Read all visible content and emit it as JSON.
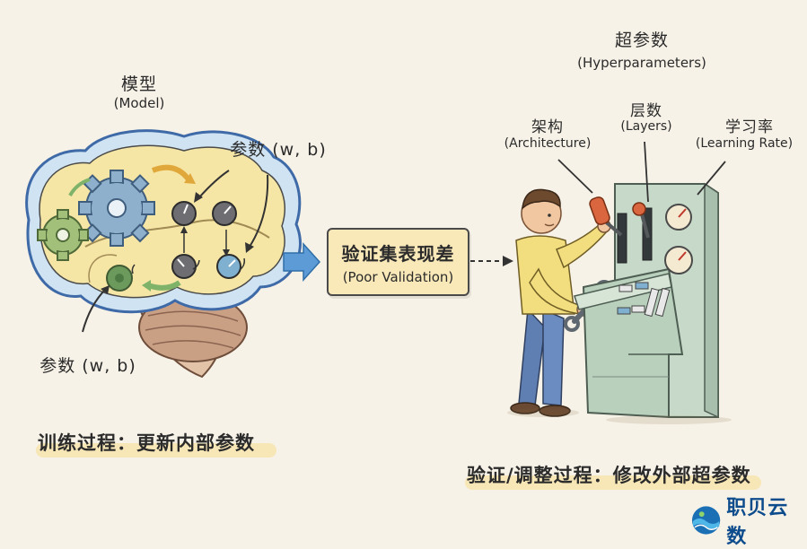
{
  "model": {
    "title": "模型",
    "subtitle": "(Model)"
  },
  "params_top": "参数 (w, b)",
  "params_bottom": "参数 (w, b)",
  "validation": {
    "title": "验证集表现差",
    "subtitle": "(Poor Validation)"
  },
  "hyper": {
    "title": "超参数",
    "subtitle": "(Hyperparameters)"
  },
  "controls": [
    {
      "title": "架构",
      "subtitle": "(Architecture)"
    },
    {
      "title": "层数",
      "subtitle": "(Layers)"
    },
    {
      "title": "学习率",
      "subtitle": "(Learning Rate)"
    }
  ],
  "caption_left": "训练过程：更新内部参数",
  "caption_right": "验证/调整过程：修改外部超参数",
  "logo": {
    "text": "职贝云数",
    "icon": "wave-globe-icon"
  },
  "colors": {
    "brain": "#f6e6a6",
    "brain_outline": "#3f6aa8",
    "panel": "#c7d9c9",
    "box": "#f9e9b8",
    "arrow": "#5d9bd6",
    "logo": "#0d4c8c"
  }
}
